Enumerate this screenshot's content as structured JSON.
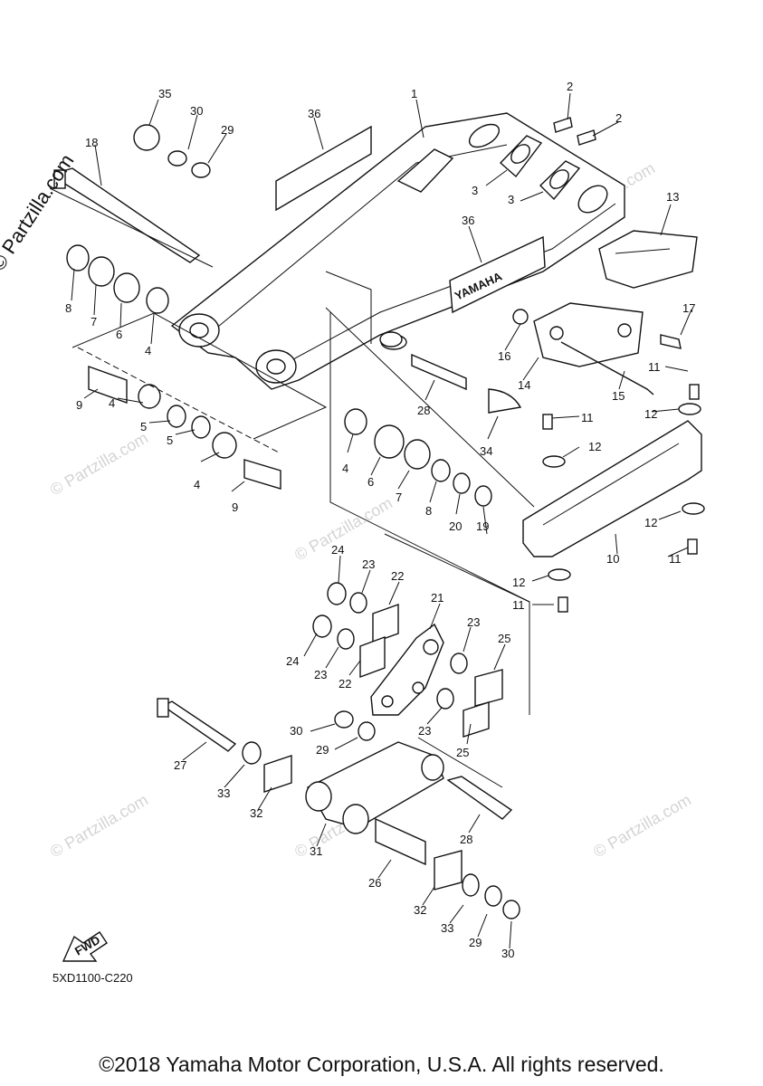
{
  "watermark": {
    "text": "© Partzilla.com",
    "side_text": "© Partzilla.com"
  },
  "diagram_code": "5XD1100-C220",
  "fwd_label": "FWD",
  "brand_decal": "YAMAHA",
  "copyright": "©2018 Yamaha Motor Corporation, U.S.A. All rights reserved.",
  "callouts": [
    "1",
    "2",
    "2",
    "3",
    "3",
    "4",
    "4",
    "4",
    "4",
    "5",
    "5",
    "6",
    "6",
    "7",
    "7",
    "8",
    "8",
    "9",
    "9",
    "10",
    "11",
    "11",
    "11",
    "11",
    "12",
    "12",
    "12",
    "12",
    "13",
    "14",
    "15",
    "16",
    "17",
    "18",
    "19",
    "20",
    "21",
    "22",
    "22",
    "23",
    "23",
    "23",
    "23",
    "24",
    "24",
    "25",
    "25",
    "26",
    "27",
    "28",
    "28",
    "29",
    "29",
    "29",
    "30",
    "30",
    "30",
    "31",
    "32",
    "32",
    "33",
    "33",
    "34",
    "35",
    "36",
    "36"
  ]
}
